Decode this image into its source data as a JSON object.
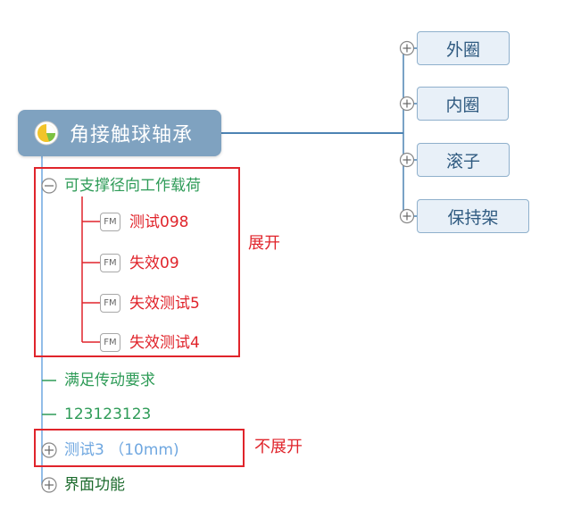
{
  "root": {
    "label": "角接触球轴承",
    "icon": "priority-pie-icon"
  },
  "right_branches": [
    {
      "label": "外圈"
    },
    {
      "label": "内圈"
    },
    {
      "label": "滚子"
    },
    {
      "label": "保持架"
    }
  ],
  "left_branch": {
    "label": "可支撑径向工作载荷",
    "children": [
      {
        "badge": "FM",
        "label": "测试098"
      },
      {
        "badge": "FM",
        "label": "失效09"
      },
      {
        "badge": "FM",
        "label": "失效测试5"
      },
      {
        "badge": "FM",
        "label": "失效测试4"
      }
    ]
  },
  "other_branches": [
    {
      "label": "满足传动要求"
    },
    {
      "label": "123123123"
    },
    {
      "label": "测试3 （10mm)"
    },
    {
      "label": "界面功能"
    }
  ],
  "annotations": {
    "expanded": "展开",
    "collapsed": "不展开"
  },
  "colors": {
    "root_fill": "#7fa2c0",
    "connector": "#4d83b3",
    "green_text": "#2e9b57",
    "red_text": "#e0242b",
    "blue_text": "#6fa7e0",
    "dark_green_text": "#1d6b2e"
  }
}
